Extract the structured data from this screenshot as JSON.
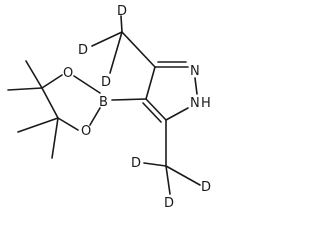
{
  "molecule": {
    "atom_labels": {
      "d_top": "D",
      "d_left_upper": "D",
      "d_right_upper": "D",
      "n2": "N",
      "nh": "N",
      "h_on_n": "H",
      "b": "B",
      "o_upper": "O",
      "o_lower": "O",
      "d_lower_left": "D",
      "d_lower_bottom": "D",
      "d_lower_right": "D"
    }
  }
}
